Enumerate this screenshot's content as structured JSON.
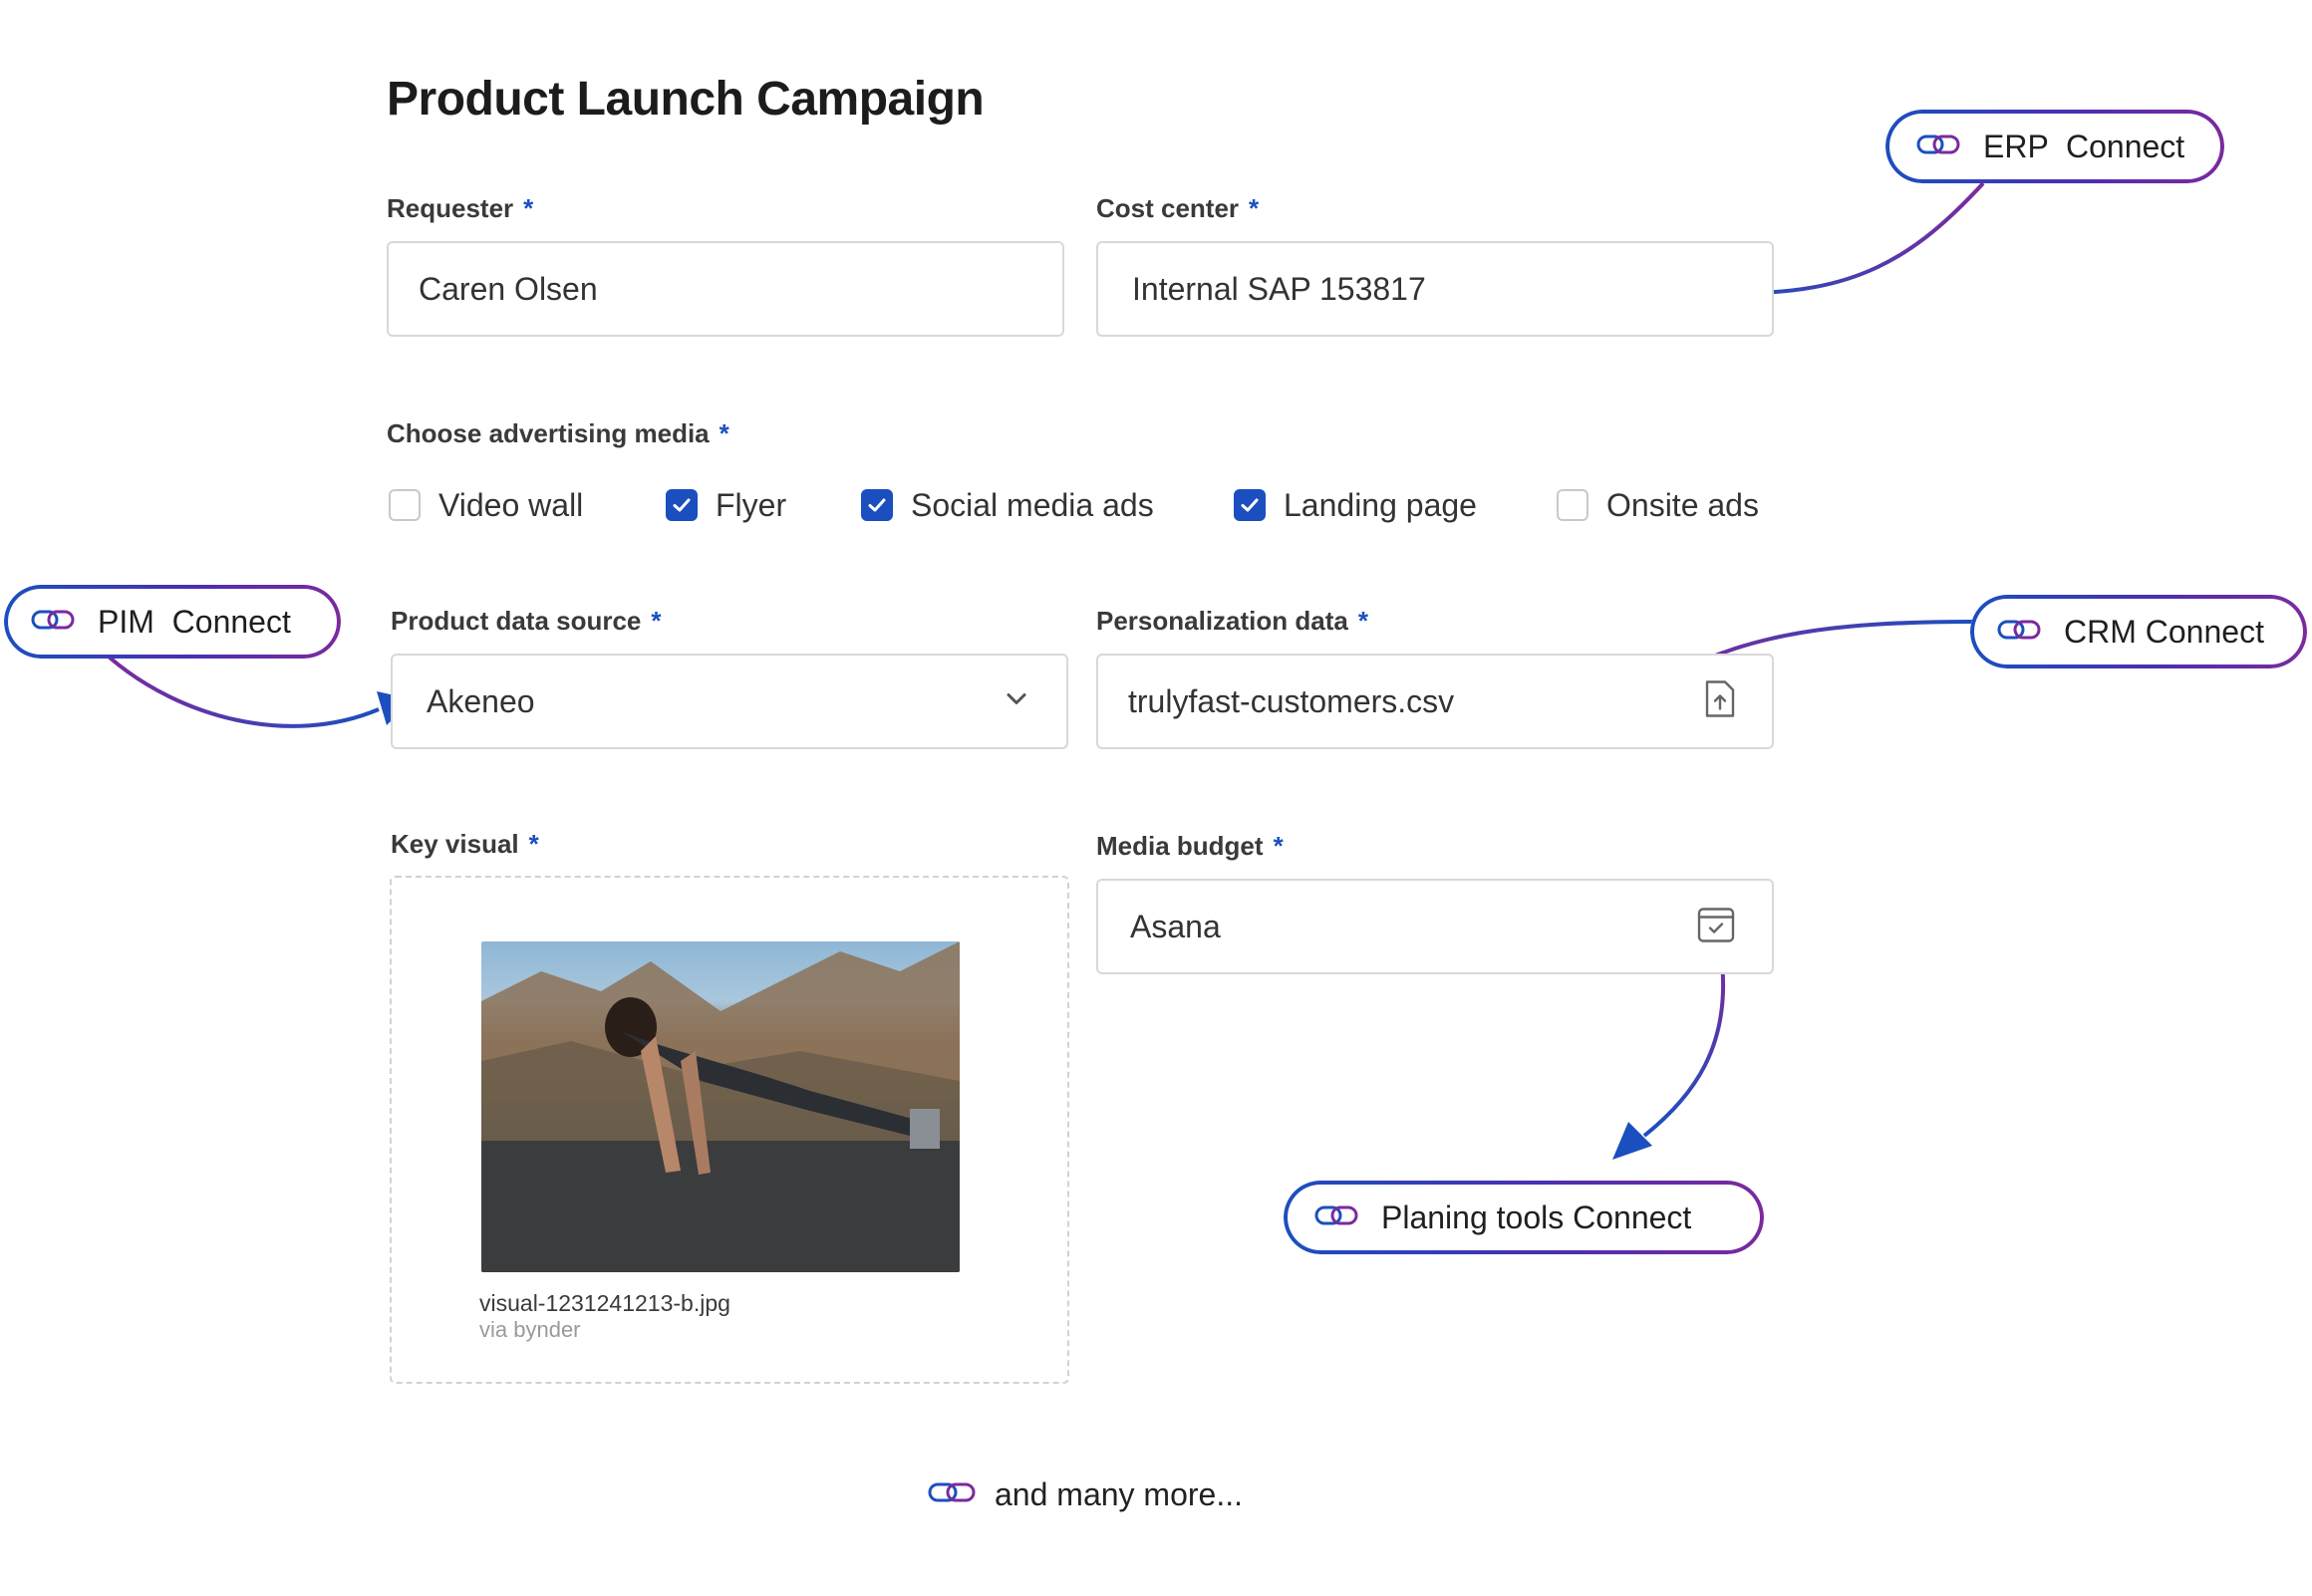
{
  "form": {
    "title": "Product Launch Campaign",
    "required_mark": "*",
    "requester": {
      "label": "Requester",
      "value": "Caren Olsen"
    },
    "cost_center": {
      "label": "Cost center",
      "value": "Internal SAP 153817"
    },
    "media": {
      "label": "Choose advertising media",
      "options": [
        {
          "label": "Video wall",
          "checked": false
        },
        {
          "label": "Flyer",
          "checked": true
        },
        {
          "label": "Social media ads",
          "checked": true
        },
        {
          "label": "Landing page",
          "checked": true
        },
        {
          "label": "Onsite ads",
          "checked": false
        }
      ]
    },
    "product_source": {
      "label": "Product data source",
      "value": "Akeneo",
      "icon": "chevron-down-icon"
    },
    "personalization": {
      "label": "Personalization data",
      "value": "trulyfast-customers.csv",
      "icon": "file-upload-icon"
    },
    "key_visual": {
      "label": "Key visual",
      "filename": "visual-1231241213-b.jpg",
      "source": "via bynder"
    },
    "media_budget": {
      "label": "Media budget",
      "value": "Asana",
      "icon": "calendar-icon"
    }
  },
  "connectors": {
    "erp": "ERP  Connect",
    "pim": "PIM  Connect",
    "crm": "CRM Connect",
    "planning": "Planing tools Connect",
    "more": "and many more..."
  },
  "colors": {
    "accent_blue": "#1b4fbf",
    "accent_purple": "#7b2a9e",
    "border": "#d8d8d8"
  }
}
